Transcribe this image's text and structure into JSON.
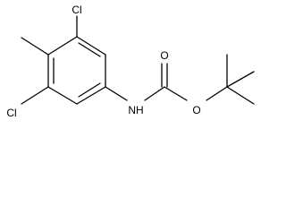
{
  "molecule": {
    "atoms": {
      "cl_top": "Cl",
      "cl_bottom": "Cl",
      "nh": "NH",
      "o_carbonyl": "O",
      "o_ester": "O"
    }
  },
  "colors": {
    "bond": "#000000",
    "label": "#000000",
    "background": "#ffffff"
  }
}
